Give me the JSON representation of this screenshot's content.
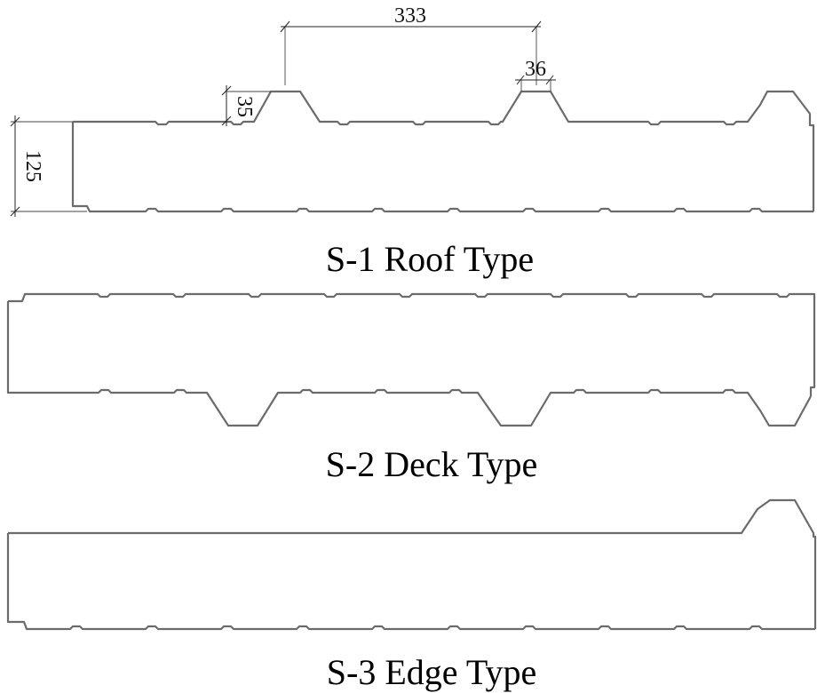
{
  "diagram": {
    "panels": [
      {
        "id": "s1",
        "caption": "S-1 Roof Type"
      },
      {
        "id": "s2",
        "caption": "S-2 Deck Type"
      },
      {
        "id": "s3",
        "caption": "S-3 Edge Type"
      }
    ],
    "dimensions": {
      "rib_spacing": "333",
      "rib_top_width": "36",
      "rib_height": "35",
      "panel_thickness": "125"
    }
  },
  "colors": {
    "profile_line": "#6b6b6b",
    "dimension_line": "#222222",
    "background": "#ffffff"
  }
}
